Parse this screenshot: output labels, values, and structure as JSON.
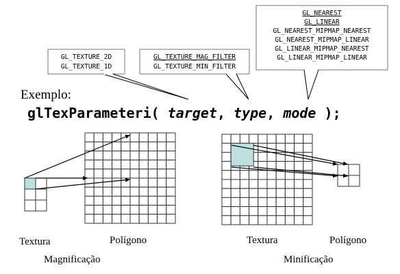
{
  "callouts": {
    "target_options": [
      "GL_TEXTURE_2D",
      "GL_TEXTURE_1D"
    ],
    "type_options": [
      "GL_TEXTURE_MAG_FILTER",
      "GL_TEXTURE_MIN_FILTER"
    ],
    "mode_options": [
      "GL_NEAREST",
      "GL_LINEAR",
      "GL_NEAREST_MIPMAP_NEAREST",
      "GL_NEAREST_MIPMAP_LINEAR",
      "GL_LINEAR_MIPMAP_NEAREST",
      "GL_LINEAR_MIPMAP_LINEAR"
    ]
  },
  "example": {
    "label": "Exemplo:",
    "func": "glTexParameteri( ",
    "arg1": "target",
    "sep1": ", ",
    "arg2": "type",
    "sep2": ", ",
    "arg3": "mode",
    "close": " );"
  },
  "magnification": {
    "texture_label": "Textura",
    "polygon_label": "Polígono",
    "caption": "Magnificação"
  },
  "minification": {
    "texture_label": "Textura",
    "polygon_label": "Polígono",
    "caption": "Minificação"
  },
  "colors": {
    "highlight": "#bfe0e3",
    "line": "#000000",
    "grid": "#333333"
  }
}
